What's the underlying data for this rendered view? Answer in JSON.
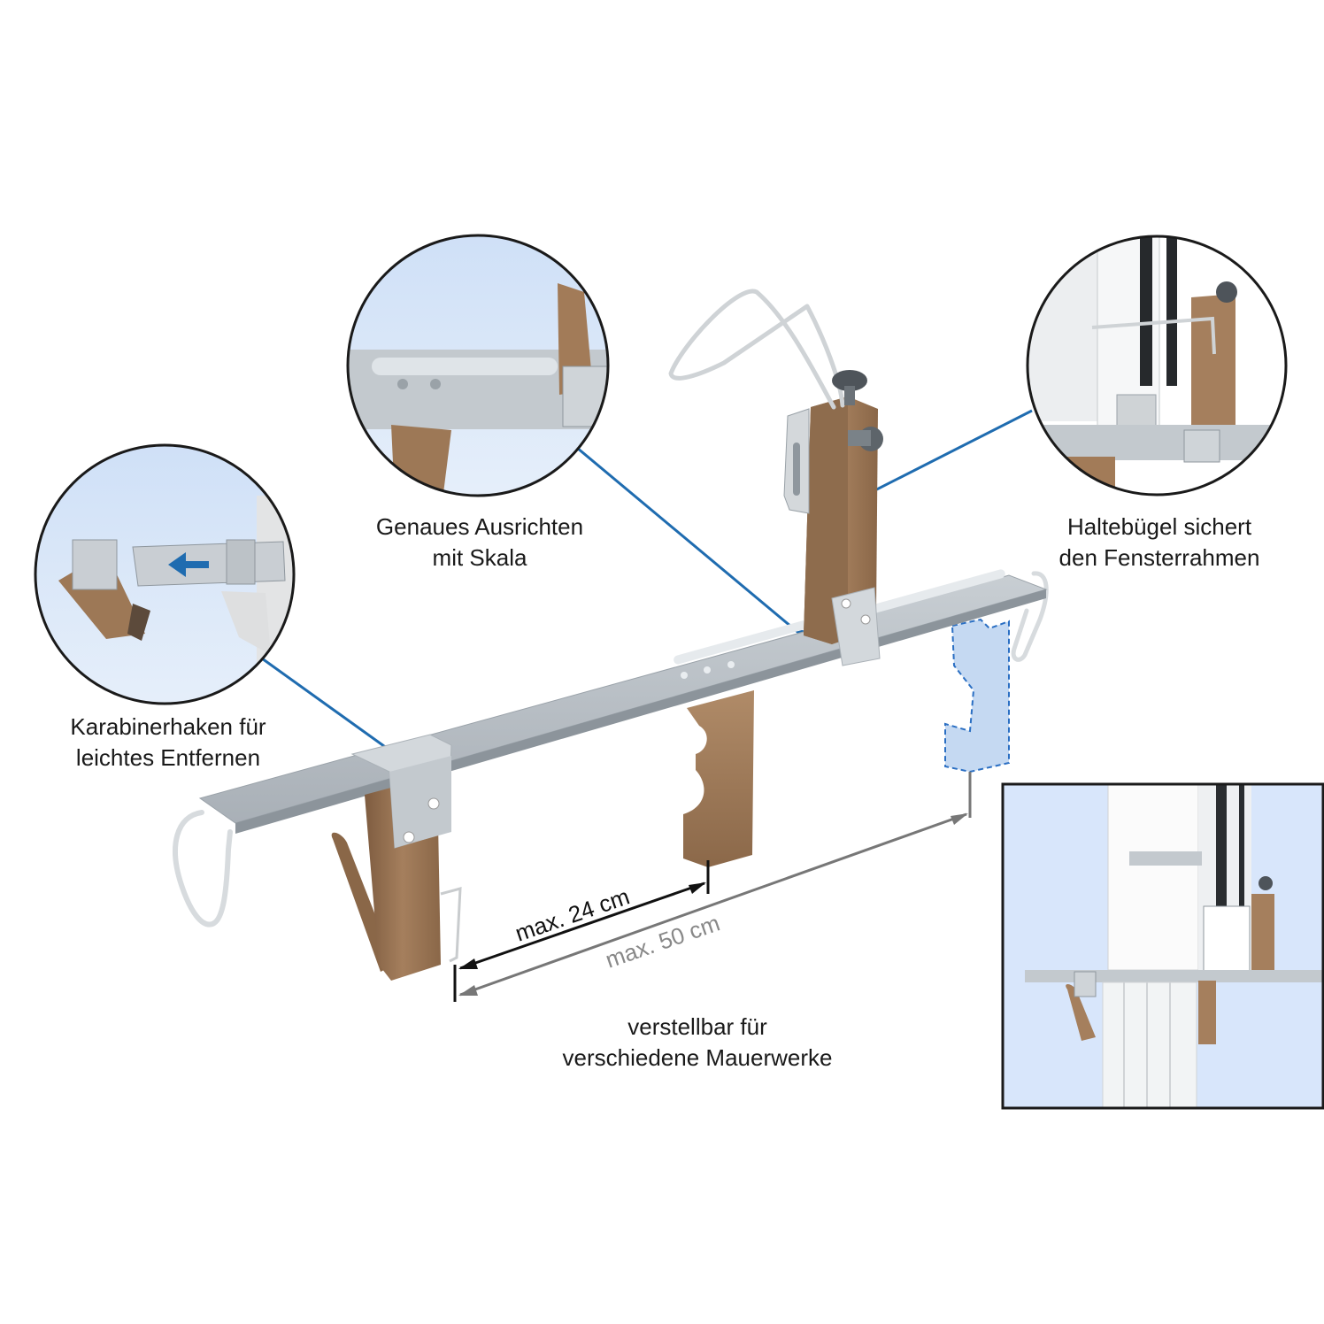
{
  "labels": {
    "carabiner": [
      "Karabinerhaken für",
      "leichtes Entfernen"
    ],
    "scale": [
      "Genaues Ausrichten",
      "mit Skala"
    ],
    "bracket": [
      "Haltebügel sichert",
      "den Fensterrahmen"
    ],
    "adjustable": [
      "verstellbar für",
      "verschiedene Mauerwerke"
    ]
  },
  "dimensions": {
    "inner": "max. 24 cm",
    "outer": "max. 50 cm"
  },
  "colors": {
    "callout_line": "#1f6cb0",
    "aluminium": "#b9c0c6",
    "wood": "#9a7655",
    "ghost_block": "#9ec0ea",
    "inset_background": "#d8e6fb"
  }
}
